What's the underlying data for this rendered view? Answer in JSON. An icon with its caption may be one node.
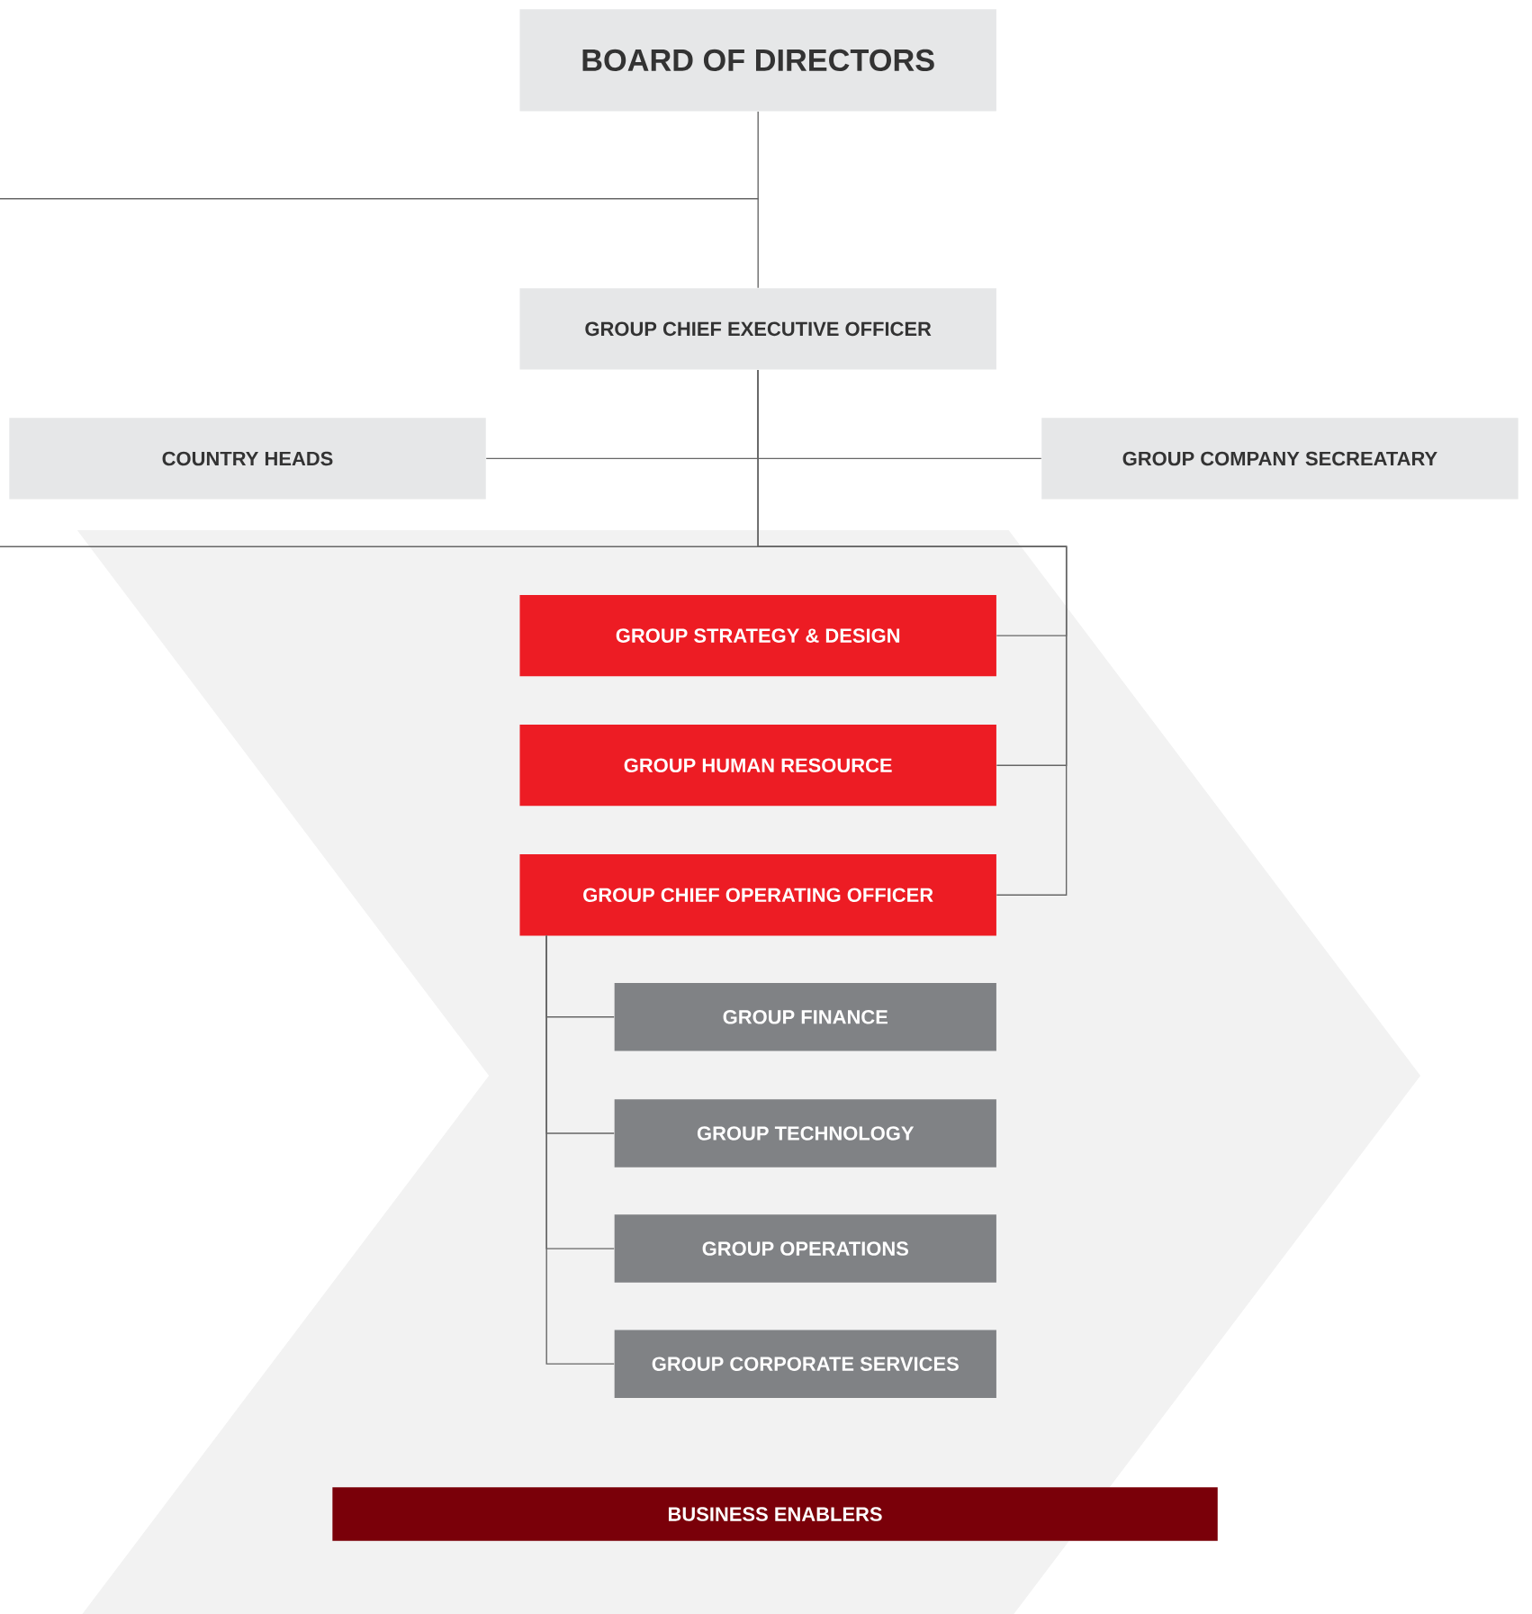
{
  "diagram": {
    "nodes": [
      {
        "text": [
          "BOARD OF DIRECTORS"
        ]
      },
      {
        "text": [
          "GROUP CHIEF EXECUTIVE OFFICER"
        ]
      },
      {
        "text": [
          "COUNTRY HEADS"
        ]
      },
      {
        "text": [
          "GROUP COMPANY SECREATARY"
        ]
      },
      {
        "text": [
          "GROUP STRATEGY & DESIGN"
        ]
      },
      {
        "text": [
          "GROUP HUMAN RESOURCE"
        ]
      },
      {
        "text": [
          "GROUP CHIEF OPERATING OFFICER"
        ]
      },
      {
        "text": [
          "GROUP FINANCE"
        ]
      },
      {
        "text": [
          "GROUP TECHNOLOGY"
        ]
      },
      {
        "text": [
          "GROUP OPERATIONS"
        ]
      },
      {
        "text": [
          "GROUP CORPORATE SERVICES"
        ]
      },
      {
        "text": [
          "BUSINESS ENABLERS"
        ]
      }
    ],
    "edges": [
      {
        "from": 0,
        "to": 1,
        "arrow": "none"
      },
      {
        "from": 1,
        "to": 2,
        "arrow": "none"
      },
      {
        "from": 1,
        "to": 3,
        "arrow": "none"
      },
      {
        "from": 1,
        "to": 4,
        "arrow": "none"
      },
      {
        "from": 1,
        "to": 5,
        "arrow": "none"
      },
      {
        "from": 1,
        "to": 6,
        "arrow": "none"
      },
      {
        "from": 6,
        "to": 7,
        "arrow": "none"
      },
      {
        "from": 6,
        "to": 8,
        "arrow": "none"
      },
      {
        "from": 6,
        "to": 9,
        "arrow": "none"
      },
      {
        "from": 6,
        "to": 10,
        "arrow": "none"
      }
    ]
  }
}
